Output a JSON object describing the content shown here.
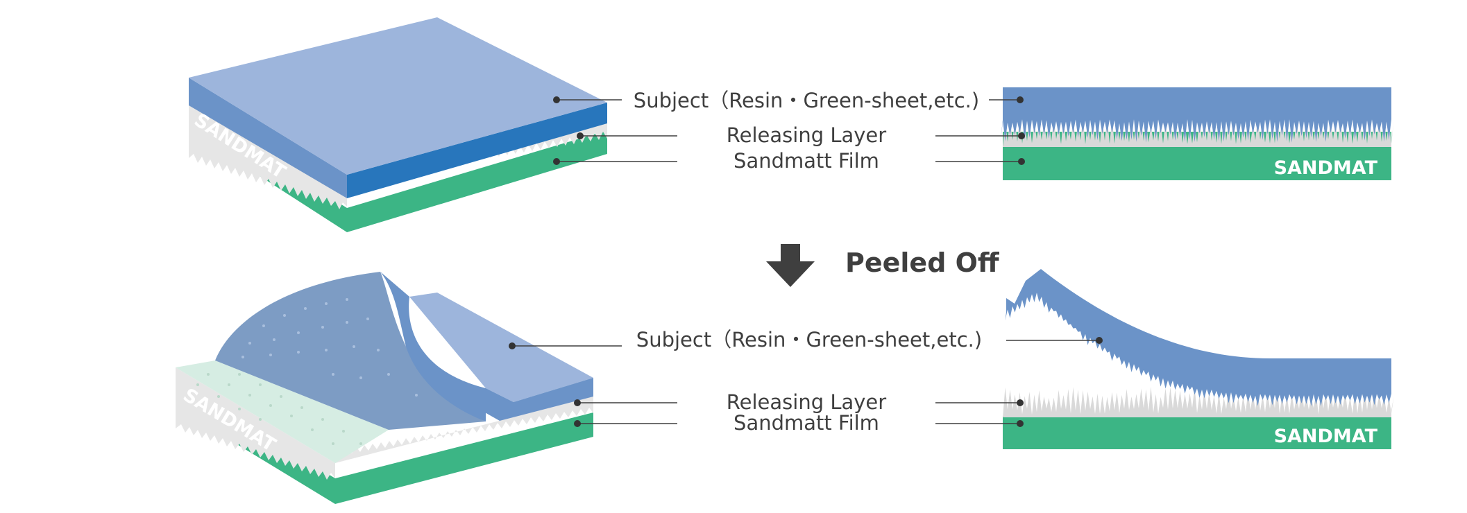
{
  "labels": {
    "top_subject": "Subject（Resin・Green-sheet,etc.)",
    "top_releasing": "Releasing Layer",
    "top_sandmatt": "Sandmatt Film",
    "peeled": "Peeled Off",
    "bottom_subject": "Subject（Resin・Green-sheet,etc.)",
    "bottom_releasing": "Releasing Layer",
    "bottom_sandmatt": "Sandmatt Film"
  },
  "brand": {
    "top_block": "SANDMAT",
    "top_cross_section": "SANDMAT",
    "bottom_block": "SANDMAT",
    "bottom_cross_section": "SANDMAT"
  },
  "colors": {
    "subject_top": "#9db5dc",
    "subject_side": "#6b93c8",
    "subject_front": "#2876bc",
    "releasing": "#dcdcdc",
    "sandmatt": "#3cb585",
    "sandmatt_light": "#d6ede3",
    "text": "#3f3f3f",
    "arrow": "#3f3f3f"
  }
}
